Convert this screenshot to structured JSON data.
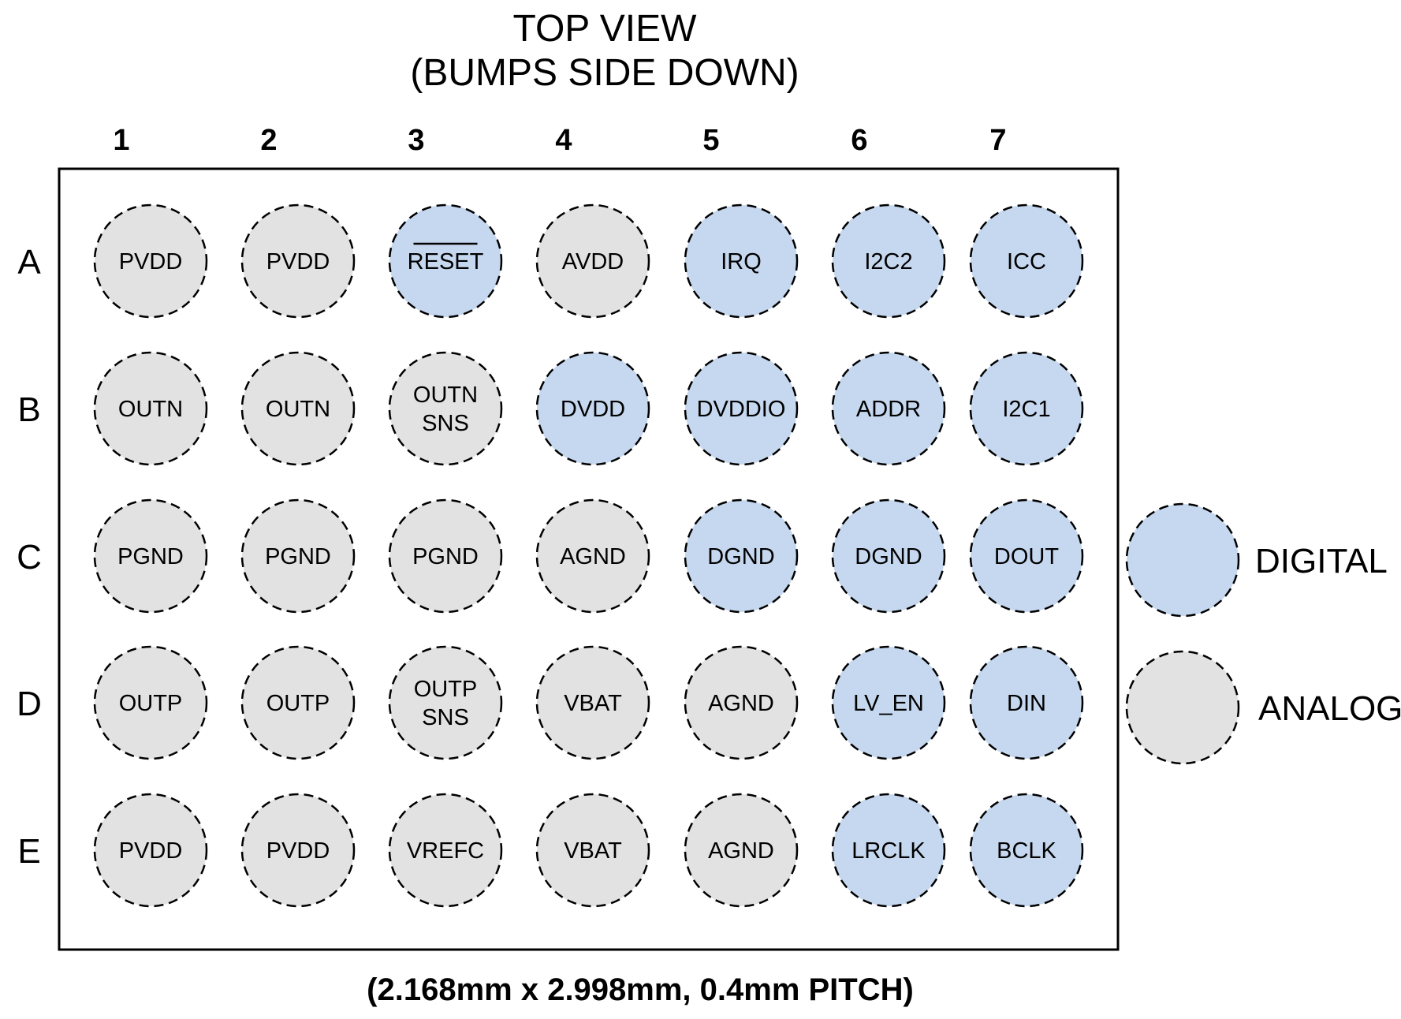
{
  "title": {
    "line1": "TOP VIEW",
    "line2": "(BUMPS SIDE DOWN)"
  },
  "columns": [
    "1",
    "2",
    "3",
    "4",
    "5",
    "6",
    "7"
  ],
  "rows": [
    {
      "label": "A",
      "pins": [
        {
          "name": "PVDD",
          "type": "analog"
        },
        {
          "name": "PVDD",
          "type": "analog"
        },
        {
          "name": "RESET",
          "type": "digital",
          "overbar": true
        },
        {
          "name": "AVDD",
          "type": "analog"
        },
        {
          "name": "IRQ",
          "type": "digital"
        },
        {
          "name": "I2C2",
          "type": "digital"
        },
        {
          "name": "ICC",
          "type": "digital"
        }
      ]
    },
    {
      "label": "B",
      "pins": [
        {
          "name": "OUTN",
          "type": "analog"
        },
        {
          "name": "OUTN",
          "type": "analog"
        },
        {
          "name": "OUTN\nSNS",
          "type": "analog"
        },
        {
          "name": "DVDD",
          "type": "digital"
        },
        {
          "name": "DVDDIO",
          "type": "digital"
        },
        {
          "name": "ADDR",
          "type": "digital"
        },
        {
          "name": "I2C1",
          "type": "digital"
        }
      ]
    },
    {
      "label": "C",
      "pins": [
        {
          "name": "PGND",
          "type": "analog"
        },
        {
          "name": "PGND",
          "type": "analog"
        },
        {
          "name": "PGND",
          "type": "analog"
        },
        {
          "name": "AGND",
          "type": "analog"
        },
        {
          "name": "DGND",
          "type": "digital"
        },
        {
          "name": "DGND",
          "type": "digital"
        },
        {
          "name": "DOUT",
          "type": "digital"
        }
      ]
    },
    {
      "label": "D",
      "pins": [
        {
          "name": "OUTP",
          "type": "analog"
        },
        {
          "name": "OUTP",
          "type": "analog"
        },
        {
          "name": "OUTP\nSNS",
          "type": "analog"
        },
        {
          "name": "VBAT",
          "type": "analog"
        },
        {
          "name": "AGND",
          "type": "analog"
        },
        {
          "name": "LV_EN",
          "type": "digital"
        },
        {
          "name": "DIN",
          "type": "digital"
        }
      ]
    },
    {
      "label": "E",
      "pins": [
        {
          "name": "PVDD",
          "type": "analog"
        },
        {
          "name": "PVDD",
          "type": "analog"
        },
        {
          "name": "VREFC",
          "type": "analog"
        },
        {
          "name": "VBAT",
          "type": "analog"
        },
        {
          "name": "AGND",
          "type": "analog"
        },
        {
          "name": "LRCLK",
          "type": "digital"
        },
        {
          "name": "BCLK",
          "type": "digital"
        }
      ]
    }
  ],
  "legend": [
    {
      "label": "DIGITAL",
      "type": "digital"
    },
    {
      "label": "ANALOG",
      "type": "analog"
    }
  ],
  "colors": {
    "digital": "#c6d8ef",
    "analog": "#e2e2e2"
  },
  "footer": "(2.168mm x 2.998mm, 0.4mm PITCH)"
}
